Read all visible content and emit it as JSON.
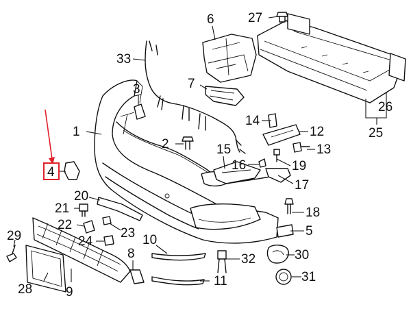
{
  "diagram": {
    "callouts": [
      {
        "id": "c1",
        "label": "1"
      },
      {
        "id": "c2",
        "label": "2"
      },
      {
        "id": "c3",
        "label": "3"
      },
      {
        "id": "c4",
        "label": "4"
      },
      {
        "id": "c5",
        "label": "5"
      },
      {
        "id": "c6",
        "label": "6"
      },
      {
        "id": "c7",
        "label": "7"
      },
      {
        "id": "c8",
        "label": "8"
      },
      {
        "id": "c9",
        "label": "9"
      },
      {
        "id": "c10",
        "label": "10"
      },
      {
        "id": "c11",
        "label": "11"
      },
      {
        "id": "c12",
        "label": "12"
      },
      {
        "id": "c13",
        "label": "13"
      },
      {
        "id": "c14",
        "label": "14"
      },
      {
        "id": "c15",
        "label": "15"
      },
      {
        "id": "c16",
        "label": "16"
      },
      {
        "id": "c17",
        "label": "17"
      },
      {
        "id": "c18",
        "label": "18"
      },
      {
        "id": "c19",
        "label": "19"
      },
      {
        "id": "c20",
        "label": "20"
      },
      {
        "id": "c21",
        "label": "21"
      },
      {
        "id": "c22",
        "label": "22"
      },
      {
        "id": "c23",
        "label": "23"
      },
      {
        "id": "c24",
        "label": "24"
      },
      {
        "id": "c25",
        "label": "25"
      },
      {
        "id": "c26",
        "label": "26"
      },
      {
        "id": "c27",
        "label": "27"
      },
      {
        "id": "c28",
        "label": "28"
      },
      {
        "id": "c29",
        "label": "29"
      },
      {
        "id": "c30",
        "label": "30"
      },
      {
        "id": "c31",
        "label": "31"
      },
      {
        "id": "c32",
        "label": "32"
      },
      {
        "id": "c33",
        "label": "33"
      }
    ],
    "highlighted_callout": "4",
    "colors": {
      "line": "#111111",
      "highlight": "#e0202a",
      "background": "#ffffff"
    }
  }
}
